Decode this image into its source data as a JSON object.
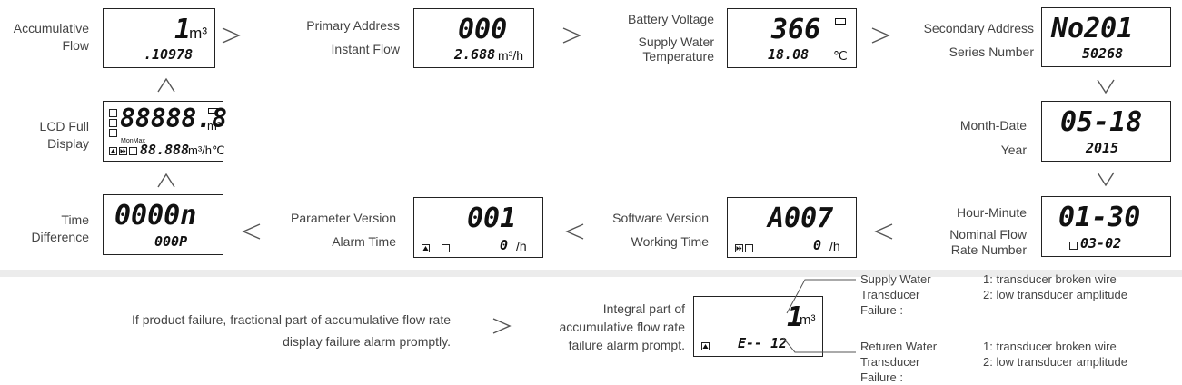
{
  "panels": {
    "accumulative": {
      "label": "Accumulative Flow",
      "big": "1",
      "big_unit": "m³",
      "small": ".10978"
    },
    "primary": {
      "label_top": "Primary Address",
      "label_bottom": "Instant Flow",
      "big": "000",
      "small": "2.688",
      "small_unit": "m³/h"
    },
    "battery": {
      "label_top": "Battery Voltage",
      "label_bottom": "Supply Water Temperature",
      "big": "366",
      "small": "18.08",
      "small_unit": "℃"
    },
    "secondary": {
      "label_top": "Secondary Address",
      "label_bottom": "Series Number",
      "big": "No201",
      "small": "50268"
    },
    "month_date": {
      "label_top": "Month-Date",
      "label_bottom": "Year",
      "big": "05-18",
      "small": "2015"
    },
    "hour_minute": {
      "label_top": "Hour-Minute",
      "label_bottom": "Nominal Flow Rate Number",
      "big": "01-30",
      "small": "03-02"
    },
    "software": {
      "label_top": "Software Version",
      "label_bottom": "Working Time",
      "big": "A007",
      "small": "0",
      "small_unit": "/h"
    },
    "parameter": {
      "label_top": "Parameter Version",
      "label_bottom": "Alarm Time",
      "big": "001",
      "small": "0",
      "small_unit": "/h"
    },
    "time_diff": {
      "label": "Time Difference",
      "big": "0000n",
      "small": "000P"
    },
    "lcd_full": {
      "label": "LCD Full Display",
      "big": "88888.8",
      "big_unit": "m³",
      "small": "88.888",
      "small_unit": "m³/h℃",
      "mon_max": "MonMax"
    }
  },
  "failure": {
    "note": "If product failure, fractional part of accumulative flow rate display failure alarm promptly.",
    "lcd_label": "Integral part of accumulative flow rate failure alarm prompt.",
    "lcd_big": "1",
    "lcd_big_unit": "m³",
    "lcd_small": "E-- 12",
    "supply_title": "Supply Water Transducer Failure :",
    "supply_opt1": "1: transducer broken wire",
    "supply_opt2": "2: low transducer amplitude",
    "return_title": "Returen Water Transducer Failure :",
    "return_opt1": "1: transducer broken wire",
    "return_opt2": "2: low transducer amplitude"
  },
  "colors": {
    "lcd_border": "#222222",
    "arrow": "#555555",
    "separator": "#ececec"
  }
}
